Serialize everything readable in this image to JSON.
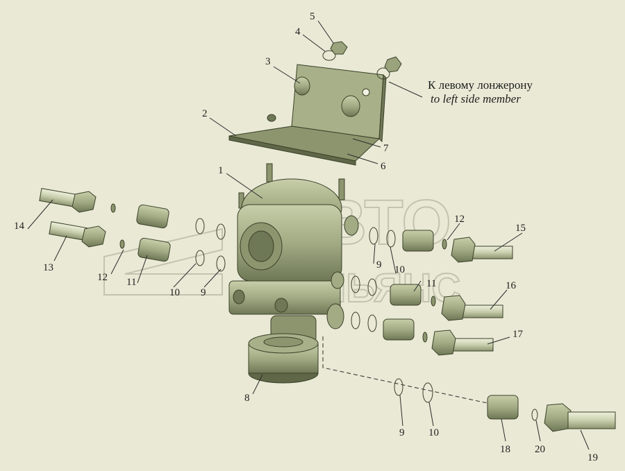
{
  "watermark": {
    "line1": "АВТО",
    "line2": "АЛЬЯНС"
  },
  "caption": {
    "ru": "К левому лонжерону",
    "en": "to left side member"
  },
  "callouts": [
    "5",
    "4",
    "3",
    "2",
    "7",
    "6",
    "1",
    "14",
    "13",
    "12",
    "11",
    "10",
    "9",
    "8",
    "9",
    "10",
    "11",
    "12",
    "15",
    "16",
    "17",
    "9",
    "10",
    "18",
    "20",
    "19"
  ],
  "colors": {
    "background": "#e9e9d6",
    "part_fill": "#a8b18a",
    "part_dark": "#6f7856",
    "outline": "#3a4028"
  }
}
